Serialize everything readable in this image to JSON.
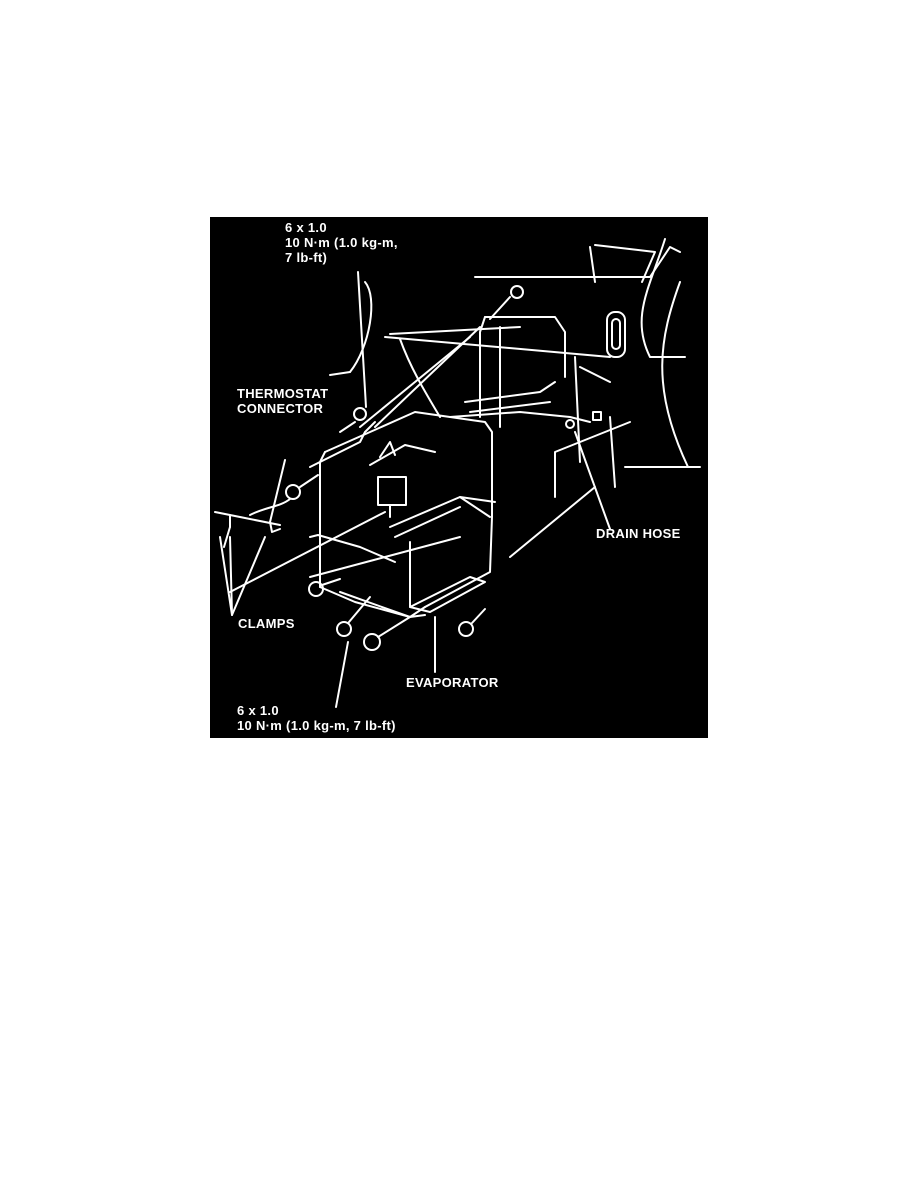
{
  "figure": {
    "background": "#000000",
    "line_color": "#ffffff",
    "labels": {
      "top_bolt_spec": {
        "size": "6 x 1.0",
        "torque_line1": "10 N·m (1.0 kg-m,",
        "torque_line2": "7 lb-ft)"
      },
      "thermostat_connector": {
        "line1": "THERMOSTAT",
        "line2": "CONNECTOR"
      },
      "drain_hose": "DRAIN HOSE",
      "clamps": "CLAMPS",
      "evaporator": "EVAPORATOR",
      "bottom_bolt_spec": {
        "size": "6 x 1.0",
        "torque": "10 N·m (1.0 kg-m, 7 lb-ft)"
      }
    }
  }
}
